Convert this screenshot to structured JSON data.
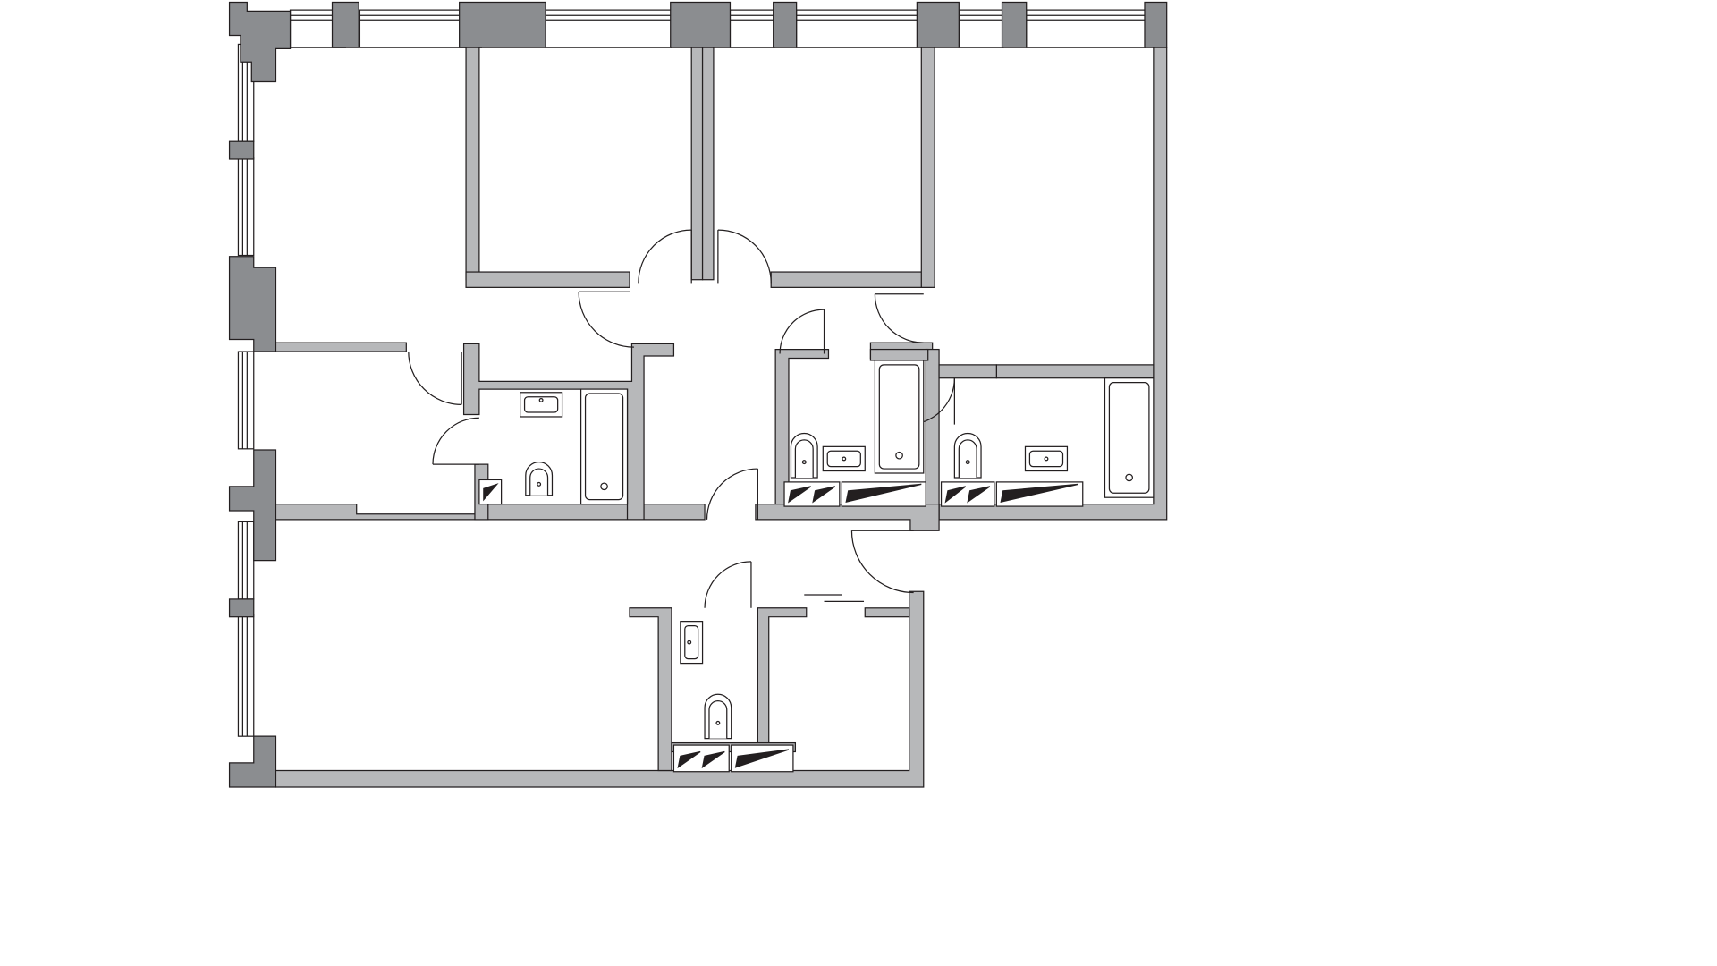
{
  "diagram": {
    "kind": "apartment-floor-plan",
    "labels_printed": [],
    "colors": {
      "background": "#ffffff",
      "outer_wall": "#8b8d90",
      "inner_wall": "#b7b8ba",
      "line": "#231f20",
      "fixture_fill": "#ffffff",
      "closet_fill": "#231f20"
    },
    "rooms": [
      {
        "id": "living-room"
      },
      {
        "id": "bedroom-1"
      },
      {
        "id": "bedroom-2"
      },
      {
        "id": "master-bedroom"
      },
      {
        "id": "bedroom-west"
      },
      {
        "id": "hallway"
      },
      {
        "id": "bathroom-1"
      },
      {
        "id": "bathroom-2"
      },
      {
        "id": "bathroom-3"
      },
      {
        "id": "guest-wc"
      },
      {
        "id": "utility-room"
      }
    ],
    "fixtures": {
      "bathtubs": 3,
      "toilets": 4,
      "sinks": 4,
      "built_in_closets": 4
    },
    "doors": 11,
    "windows": 12
  }
}
